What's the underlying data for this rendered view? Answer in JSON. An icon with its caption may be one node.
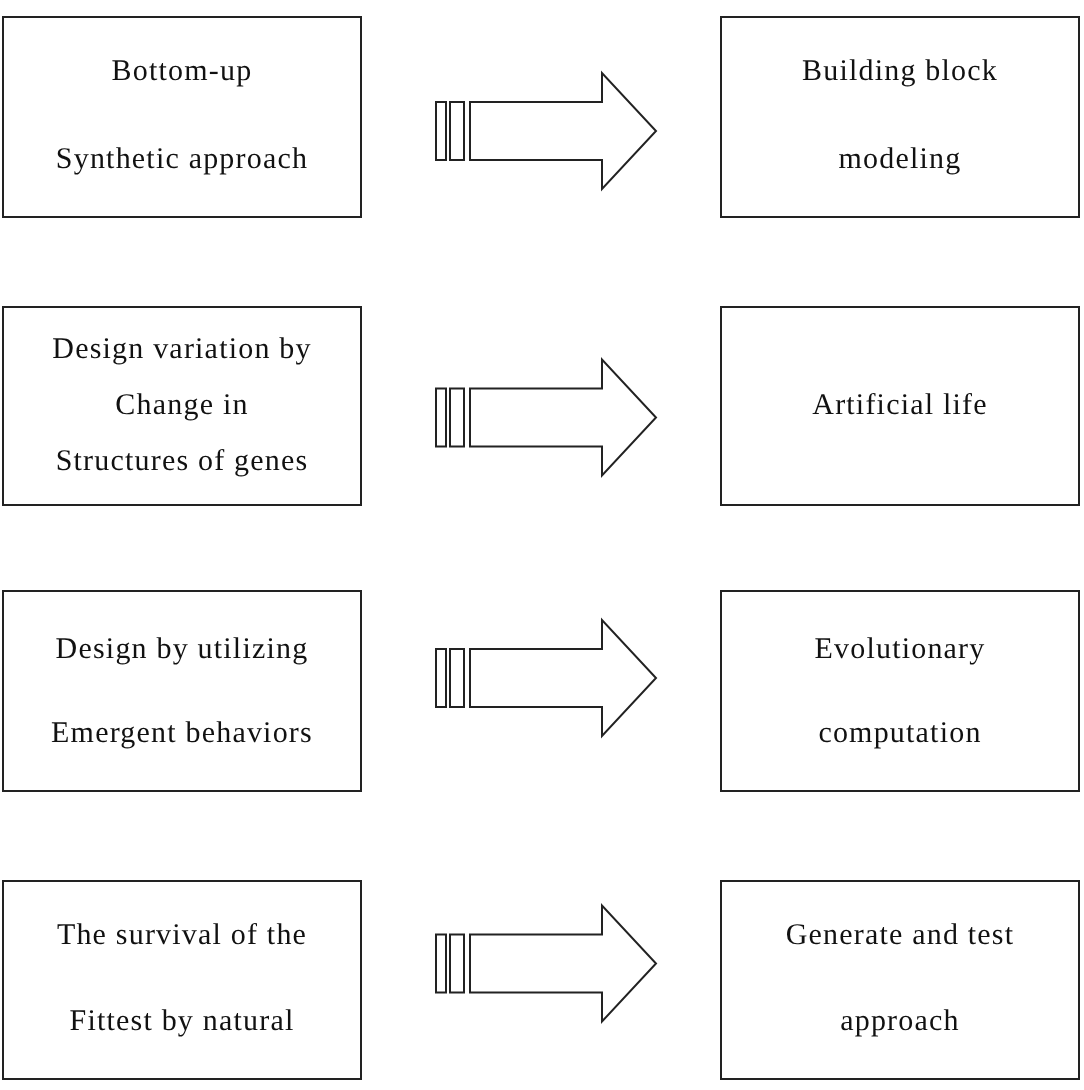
{
  "diagram": {
    "nodes": [
      {
        "text": [
          "Bottom-up Synthetic approach"
        ]
      },
      {
        "text": [
          "Building block modeling"
        ]
      },
      {
        "text": [
          "Design variation by Change in Structures of genes"
        ]
      },
      {
        "text": [
          "Artificial life"
        ]
      },
      {
        "text": [
          "Design by utilizing Emergent behaviors"
        ]
      },
      {
        "text": [
          "Evolutionary computation"
        ]
      },
      {
        "text": [
          "The survival of the Fittest by natural"
        ]
      },
      {
        "text": [
          "Generate and test approach"
        ]
      }
    ],
    "edges": [
      {
        "from": 0,
        "to": 1,
        "arrow": "to"
      },
      {
        "from": 2,
        "to": 3,
        "arrow": "to"
      },
      {
        "from": 4,
        "to": 5,
        "arrow": "to"
      },
      {
        "from": 6,
        "to": 7,
        "arrow": "to"
      }
    ]
  }
}
